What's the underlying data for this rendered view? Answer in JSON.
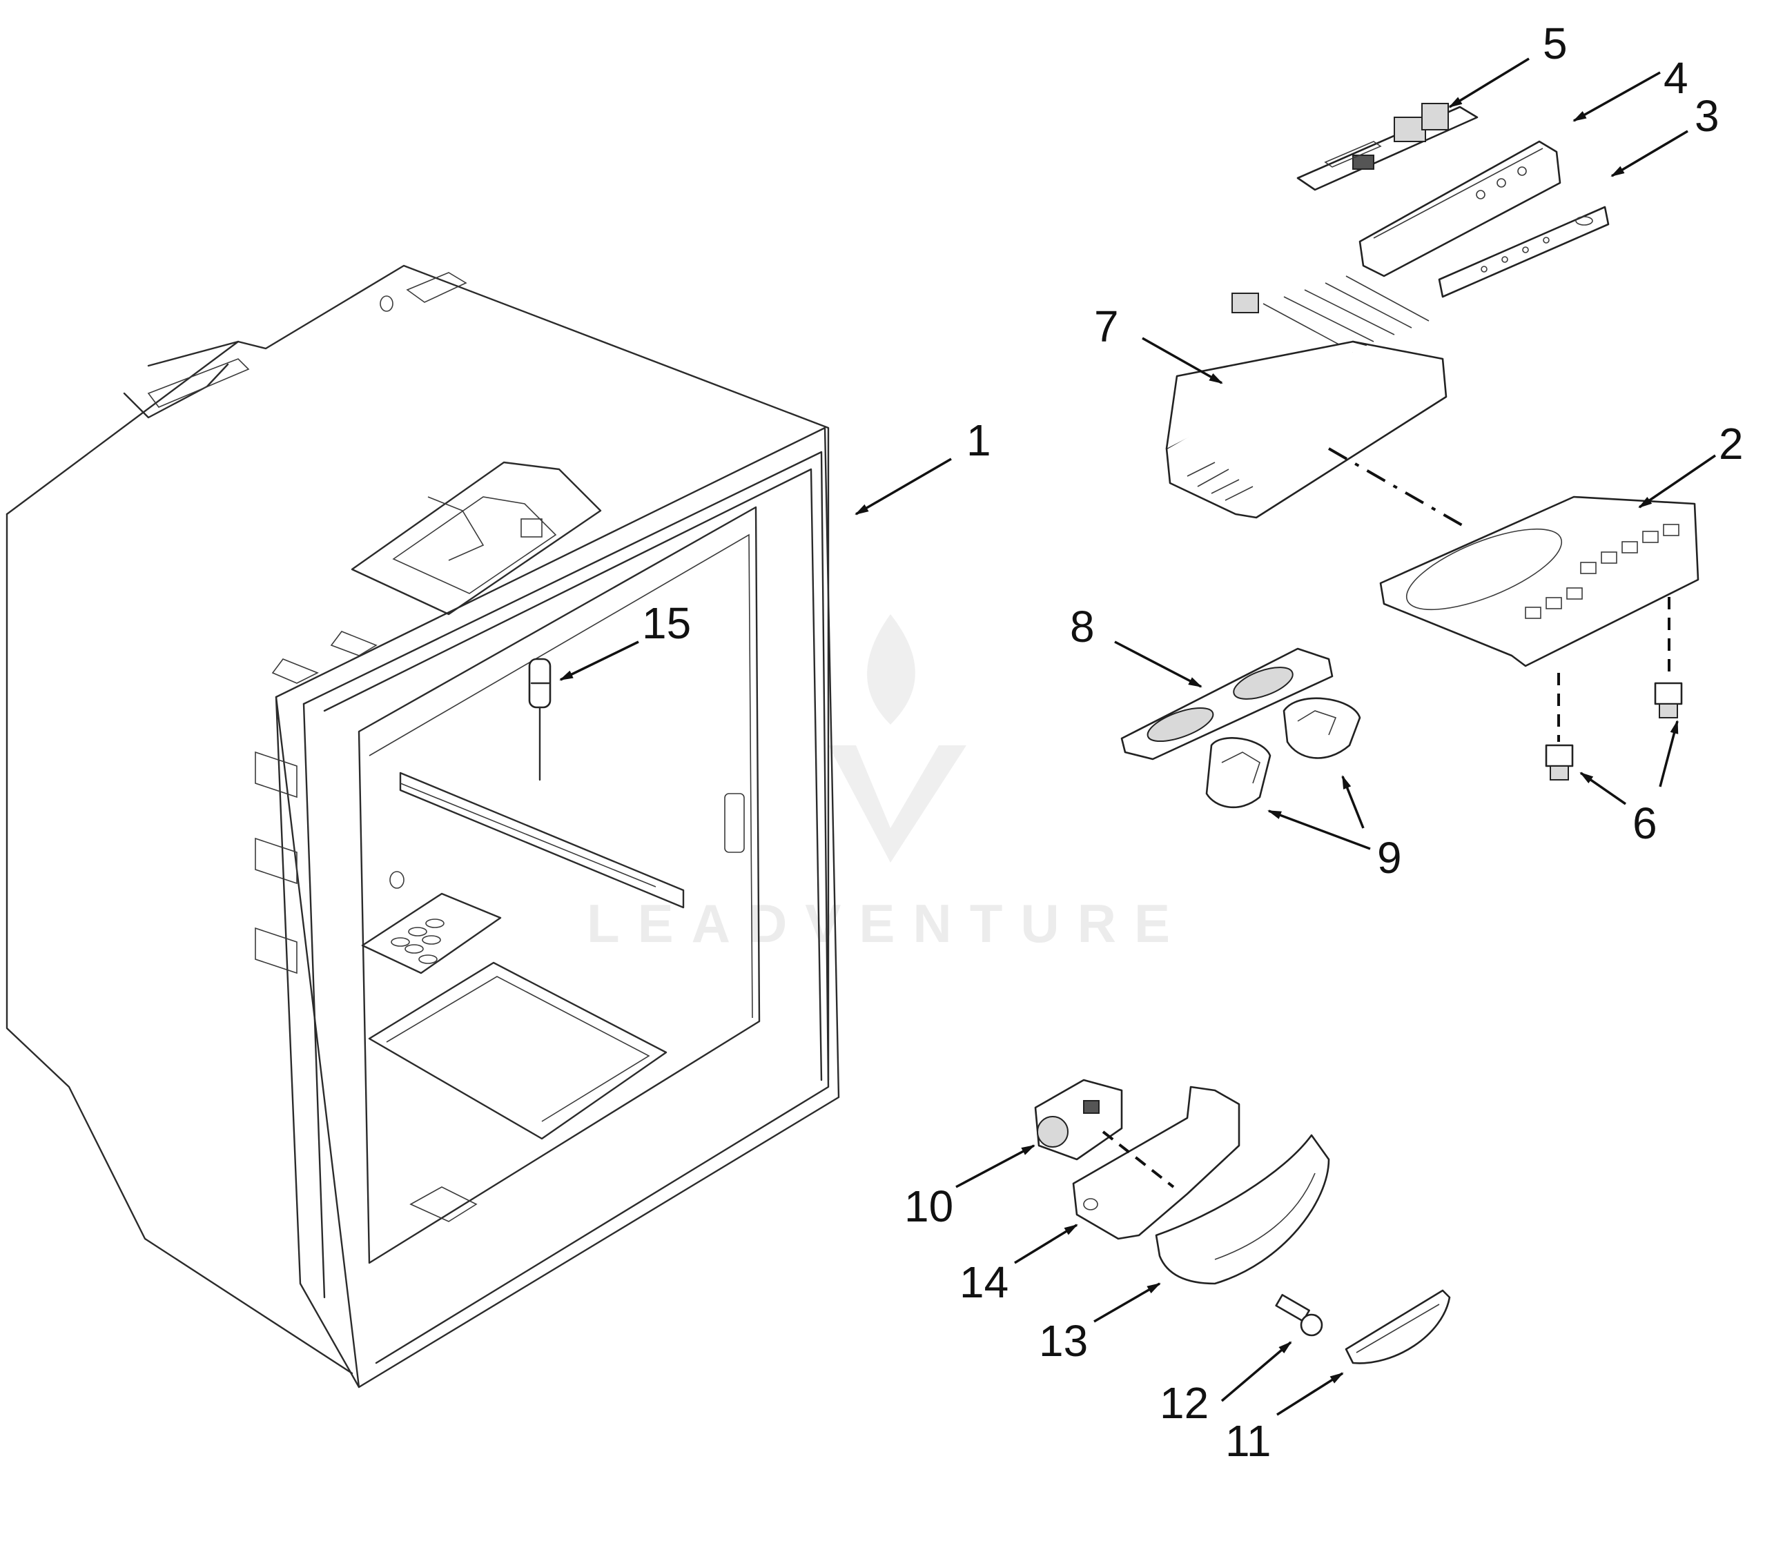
{
  "watermark": {
    "text": "LEADVENTURE"
  },
  "callouts": {
    "c1": "1",
    "c2": "2",
    "c3": "3",
    "c4": "4",
    "c5": "5",
    "c6": "6",
    "c7": "7",
    "c8": "8",
    "c9": "9",
    "c10": "10",
    "c11": "11",
    "c12": "12",
    "c13": "13",
    "c14": "14",
    "c15": "15"
  }
}
